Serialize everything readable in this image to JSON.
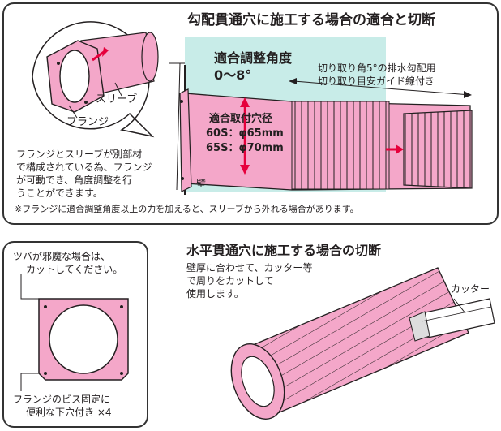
{
  "top": {
    "title": "勾配貫通穴に施工する場合の適合と切断",
    "angle_label": "適合調整角度",
    "angle_range": "0〜8°",
    "cut_note_line1": "切り取り角5°の排水勾配用",
    "cut_note_line2": "切り取り目安ガイド線付き",
    "hole_title": "適合取付穴径",
    "hole_60s": "60S：φ65mm",
    "hole_65s": "65S：φ70mm",
    "wall_label": "壁",
    "sleeve_label": "スリーブ",
    "flange_label": "フランジ",
    "desc_line1": "フランジとスリーブが別部材",
    "desc_line2": "で構成されている為、フランジ",
    "desc_line3": "が可動でき、角度調整を行",
    "desc_line4": "うことができます。",
    "warning": "※フランジに適合調整角度以上の力を加えると、スリーブから外れる場合があります。"
  },
  "bottom_left": {
    "note_line1": "ツバが邪魔な場合は、",
    "note_line2": "カットしてください。",
    "screw_line1": "フランジのビス固定に",
    "screw_line2": "便利な下穴付き ×4"
  },
  "bottom_right": {
    "title": "水平貫通穴に施工する場合の切断",
    "desc_line1": "壁厚に合わせて、カッター等",
    "desc_line2": "で周りをカットして",
    "desc_line3": "使用します。",
    "cutter_label": "カッター"
  },
  "colors": {
    "pink": "#f4a7c9",
    "pink_dark": "#c2185b",
    "teal": "#c8ece8",
    "red": "#e6003c",
    "line": "#231f20"
  }
}
